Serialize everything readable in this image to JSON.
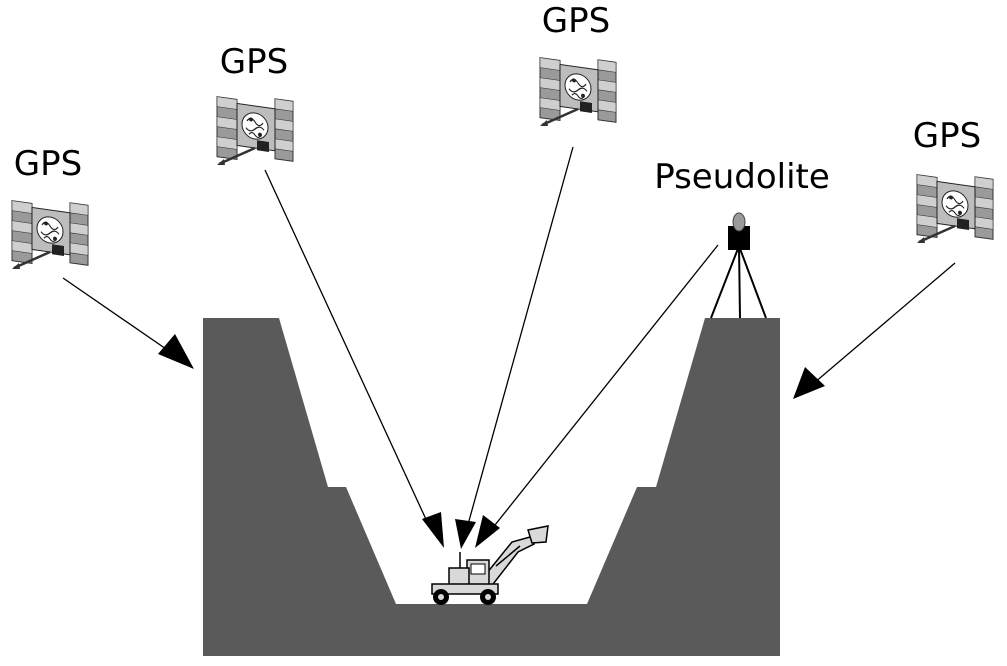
{
  "labels": {
    "gps_1": "GPS",
    "gps_2": "GPS",
    "gps_3": "GPS",
    "gps_4": "GPS",
    "pseudolite": "Pseudolite"
  },
  "colors": {
    "terrain": "#5a5a5a",
    "background": "#ffffff",
    "ink": "#000000",
    "satellite_panel": "#9a9a9a",
    "satellite_panel_light": "#cfcfcf",
    "excavator_body": "#d9d9d9"
  },
  "icons": {
    "satellite": "gps-satellite-icon",
    "pseudolite": "pseudolite-tripod-icon",
    "receiver": "excavator-icon"
  }
}
